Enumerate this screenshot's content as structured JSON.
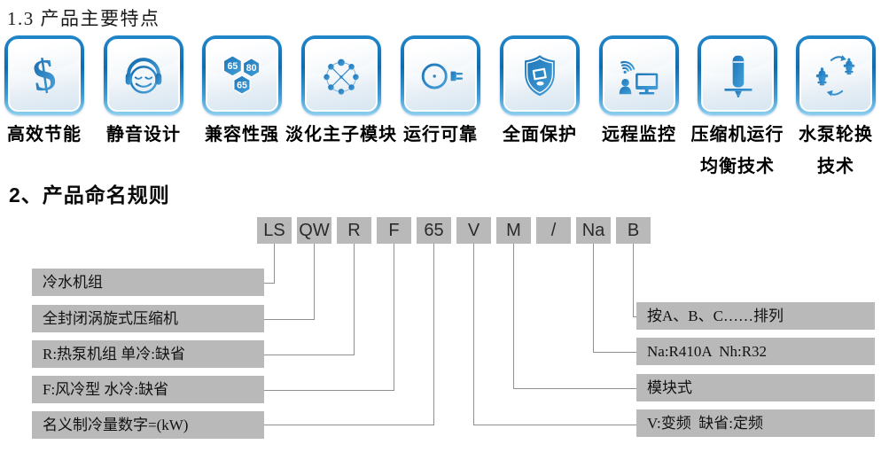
{
  "section1": {
    "title": "1.3 产品主要特点"
  },
  "section2": {
    "title": "2、产品命名规则"
  },
  "features": [
    {
      "label": "高效节能",
      "label2": "",
      "icon": "dollar-icon"
    },
    {
      "label": "静音设计",
      "label2": "",
      "icon": "headphones-smiley-icon"
    },
    {
      "label": "兼容性强",
      "label2": "",
      "icon": "hexagon-modules-icon",
      "hex_values": [
        "65",
        "80",
        "65"
      ]
    },
    {
      "label": "淡化主子模块",
      "label2": "",
      "icon": "network-wheel-icon"
    },
    {
      "label": "运行可靠",
      "label2": "",
      "icon": "power-plug-icon"
    },
    {
      "label": "全面保护",
      "label2": "",
      "icon": "shield-monitor-icon"
    },
    {
      "label": "远程监控",
      "label2": "",
      "icon": "remote-monitoring-icon"
    },
    {
      "label": "压缩机运行",
      "label2": "均衡技术",
      "icon": "compressor-icon"
    },
    {
      "label": "水泵轮换",
      "label2": "技术",
      "icon": "pump-rotation-icon"
    }
  ],
  "naming": {
    "codes": [
      "LS",
      "QW",
      "R",
      "F",
      "65",
      "V",
      "M",
      "/",
      "Na",
      "B"
    ],
    "left_rules": [
      "冷水机组",
      "全封闭涡旋式压缩机",
      "R:热泵机组 单冷:缺省",
      "F:风冷型 水冷:缺省",
      "名义制冷量数字=(kW)"
    ],
    "right_rules": [
      "按A、B、C……排列",
      "Na:R410A  Nh:R32",
      "模块式",
      "V:变频  缺省:定频"
    ]
  },
  "colors": {
    "icon_blue_dark": "#1168ac",
    "icon_blue_light": "#4aa5dc",
    "rule_box_gray": "#b9b9b9",
    "connector_gray": "#909090"
  }
}
